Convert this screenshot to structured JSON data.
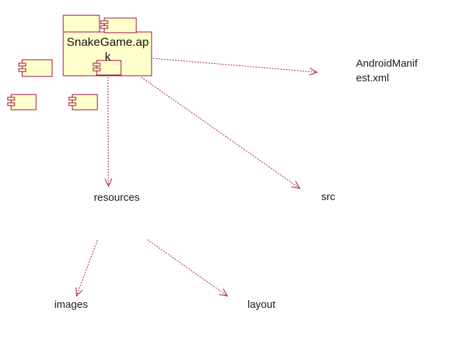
{
  "colors": {
    "component_fill": "#ffffcc",
    "component_stroke": "#990033",
    "arrow": "#a3003a",
    "text": "#1a1a1a"
  },
  "package": {
    "name": "SnakeGame.apk",
    "icon": "component-package-icon"
  },
  "nodes": {
    "manifest": "AndroidManifest.xml",
    "resources": "resources",
    "src": "src",
    "images": "images",
    "layout": "layout"
  },
  "edges": [
    {
      "from": "SnakeGame.apk",
      "to": "AndroidManifest.xml",
      "style": "dashed"
    },
    {
      "from": "SnakeGame.apk",
      "to": "resources",
      "style": "dashed"
    },
    {
      "from": "SnakeGame.apk",
      "to": "src",
      "style": "dashed"
    },
    {
      "from": "resources",
      "to": "images",
      "style": "dashed"
    },
    {
      "from": "resources",
      "to": "layout",
      "style": "dashed"
    }
  ],
  "loose_components": [
    {
      "icon": "component-icon"
    },
    {
      "icon": "component-icon"
    },
    {
      "icon": "component-icon"
    }
  ]
}
